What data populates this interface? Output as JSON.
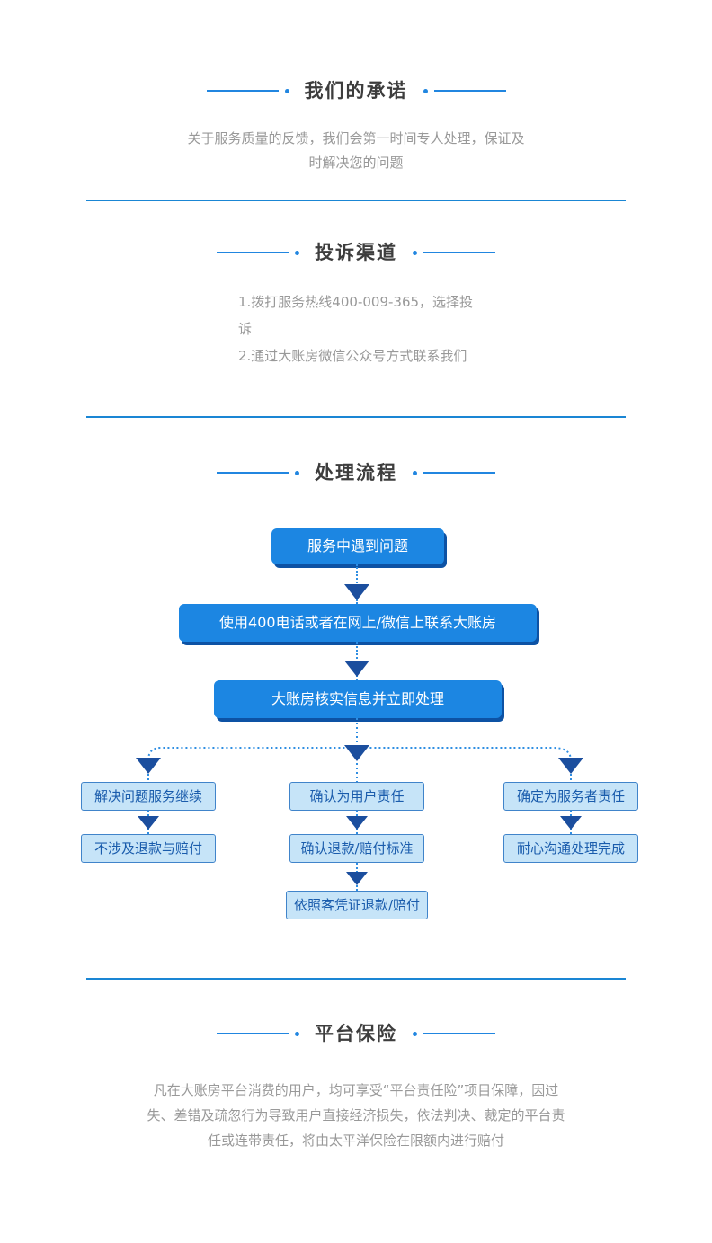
{
  "colors": {
    "accent_blue": "#2186e0",
    "divider_blue": "#1a86d4",
    "step_box_fill": "#1c86e2",
    "step_box_shadow": "#0d52a4",
    "light_box_fill": "#c6e4f8",
    "light_box_border": "#4084ca",
    "light_box_text": "#1a5cac",
    "dotted_line": "#2f8ee2",
    "arrow_triangle": "#1b4e9e",
    "title_text": "#3d3d3d",
    "body_text": "#999999"
  },
  "icons": {
    "flow_down_arrow": "triangle-down",
    "title_dot": "circle"
  },
  "sections": {
    "promise": {
      "title": "我们的承诺",
      "body": "关于服务质量的反馈，我们会第一时间专人处理，保证及时解决您的问题"
    },
    "channels": {
      "title": "投诉渠道",
      "items": [
        "1.拨打服务热线400-009-365，选择投诉",
        "2.通过大账房微信公众号方式联系我们"
      ]
    },
    "flow": {
      "title": "处理流程",
      "steps": [
        "服务中遇到问题",
        "使用400电话或者在网上/微信上联系大账房",
        "大账房核实信息并立即处理"
      ],
      "branches": {
        "left": [
          "解决问题服务继续",
          "不涉及退款与赔付"
        ],
        "middle": [
          "确认为用户责任",
          "确认退款/赔付标准",
          "依照客凭证退款/赔付"
        ],
        "right": [
          "确定为服务者责任",
          "耐心沟通处理完成"
        ]
      }
    },
    "insurance": {
      "title": "平台保险",
      "body": "凡在大账房平台消费的用户，均可享受“平台责任险”项目保障，因过失、差错及疏忽行为导致用户直接经济损失，依法判决、裁定的平台责任或连带责任，将由太平洋保险在限额内进行赔付"
    }
  }
}
